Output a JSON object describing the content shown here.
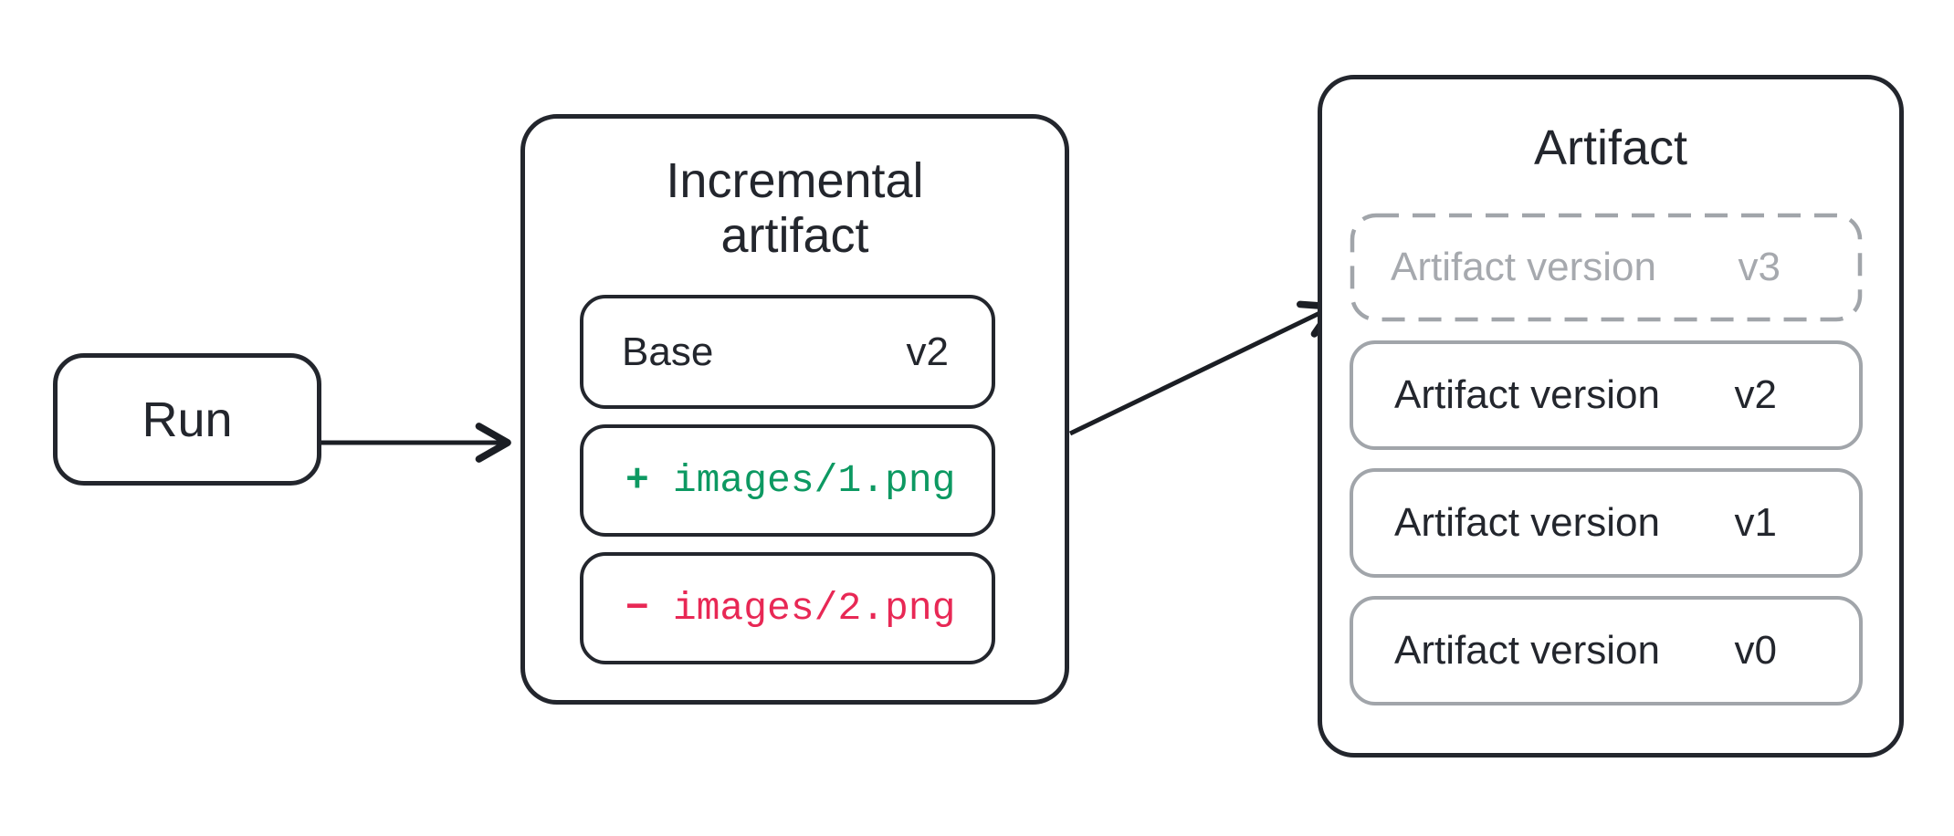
{
  "colors": {
    "ink": "#23262d",
    "arrow": "#1b1e24",
    "gray_border": "#a1a5aa",
    "muted_text": "#a6a9ae",
    "added_green": "#0d9962",
    "removed_red": "#e82855",
    "bg": "#ffffff"
  },
  "run": {
    "label": "Run"
  },
  "incremental_artifact": {
    "title": "Incremental\nartifact",
    "base": {
      "label": "Base",
      "version": "v2"
    },
    "changes": [
      {
        "op": "add",
        "sign": "+",
        "path": "images/1.png"
      },
      {
        "op": "remove",
        "sign": "−",
        "path": "images/2.png"
      }
    ]
  },
  "artifact": {
    "title": "Artifact",
    "pending_version": {
      "label": "Artifact version",
      "version": "v3"
    },
    "versions": [
      {
        "label": "Artifact version",
        "version": "v2"
      },
      {
        "label": "Artifact version",
        "version": "v1"
      },
      {
        "label": "Artifact version",
        "version": "v0"
      }
    ]
  }
}
